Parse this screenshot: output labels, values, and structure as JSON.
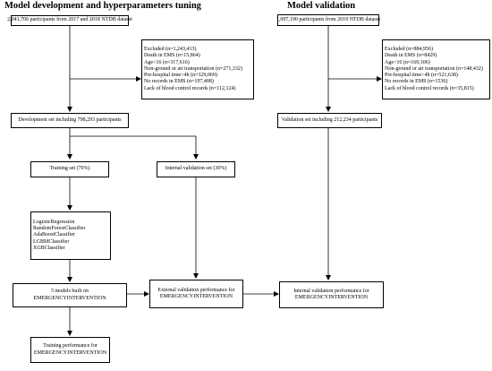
{
  "headers": {
    "left": "Model development and hyperparameters tuning",
    "right": "Model validation"
  },
  "left": {
    "source": "2,041,706 participants from 2017 and 2018 NTDB dataset",
    "excluded": [
      "Excluded (n=1,243,413)",
      "Death in EMS (n=15,864)",
      "Age<16 (n=317,616)",
      "Non-ground or air transportation (n=271,332)",
      "Pre-hospital time>4h (n=329,069)",
      "No records in EMS (n=197,408)",
      "Lack of blood control records (n=112,124)"
    ],
    "development_set": "Development set including 798,293 participants",
    "training_set": "Training set (70%)",
    "internal_validation_set": "Internal validation set (30%)",
    "classifiers": [
      "LogisticRegression",
      "RandomForestClassifier",
      "AdaBoostClassifier",
      "LGBMClassifier",
      "XGBClassifier"
    ],
    "models_built": [
      "5 models built on",
      "EMERGENCYINTERVENTION"
    ],
    "external_validation": [
      "External validation performance for",
      "EMERGENCYINTERVENTION"
    ],
    "training_performance": [
      "Training performance for",
      "EMERGENCYINTERVENTION"
    ]
  },
  "right": {
    "source": "1,097,190 participants from 2019 NTDB dataset",
    "excluded": [
      "Excluded (n=884,956)",
      "Death in EMS (n=8429)",
      "Age<16 (n=169,106)",
      "Non-ground or air transportation (n=148,432)",
      "Pre-hospital time>4h (n=521,638)",
      "No records in EMS (n=1536)",
      "Lack of blood control records (n=35,815)"
    ],
    "validation_set": "Validation set including 212,234 participants",
    "internal_validation": [
      "Internal validation performance for",
      "EMERGENCYINTERVENTION"
    ]
  }
}
